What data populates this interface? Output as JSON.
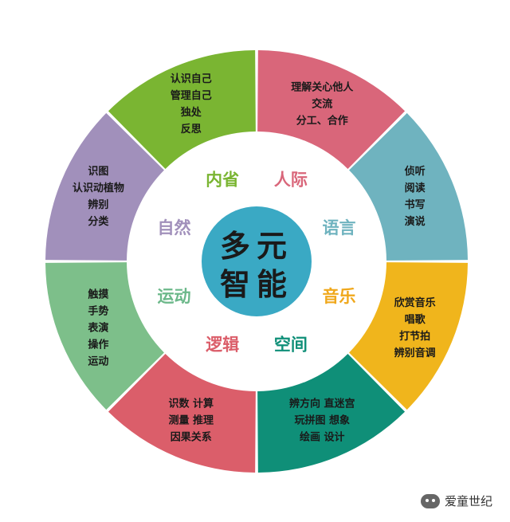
{
  "center": {
    "line1": "多元",
    "line2": "智能",
    "color": "#3aa9c4"
  },
  "segments": [
    {
      "id": "interpersonal",
      "color": "#d9667a",
      "lines": [
        "理解关心他人",
        "交流",
        "分工、合作"
      ]
    },
    {
      "id": "language",
      "color": "#6fb3bf",
      "lines": [
        "侦听",
        "阅读",
        "书写",
        "演说"
      ]
    },
    {
      "id": "music",
      "color": "#f0b51c",
      "lines": [
        "欣赏音乐",
        "唱歌",
        "打节拍",
        "辨别音调"
      ]
    },
    {
      "id": "spatial",
      "color": "#0f8f78",
      "lines": [
        "辨方向 直迷宫",
        "玩拼图 想象",
        "绘画 设计"
      ]
    },
    {
      "id": "logic",
      "color": "#db5e6a",
      "lines": [
        "识数 计算",
        "测量 推理",
        "因果关系"
      ]
    },
    {
      "id": "bodily",
      "color": "#7dbf8a",
      "lines": [
        "触摸",
        "手势",
        "表演",
        "操作",
        "运动"
      ]
    },
    {
      "id": "naturalist",
      "color": "#a190bb",
      "lines": [
        "识图",
        "认识动植物",
        "辨别",
        "分类"
      ]
    },
    {
      "id": "intrapersonal",
      "color": "#7ab532",
      "lines": [
        "认识自己",
        "管理自己",
        "独处",
        "反思"
      ]
    }
  ],
  "labels": [
    {
      "id": "interpersonal",
      "text": "人际",
      "color": "#d9667a"
    },
    {
      "id": "language",
      "text": "语言",
      "color": "#6fb3bf"
    },
    {
      "id": "music",
      "text": "音乐",
      "color": "#f0a81c"
    },
    {
      "id": "spatial",
      "text": "空间",
      "color": "#0f8f78"
    },
    {
      "id": "logic",
      "text": "逻辑",
      "color": "#db5e6a"
    },
    {
      "id": "bodily",
      "text": "运动",
      "color": "#6cb88a"
    },
    {
      "id": "naturalist",
      "text": "自然",
      "color": "#a190bb"
    },
    {
      "id": "intrapersonal",
      "text": "内省",
      "color": "#7ab532"
    }
  ],
  "brand": {
    "text": "爱童世纪",
    "icon": "wechat-icon"
  }
}
